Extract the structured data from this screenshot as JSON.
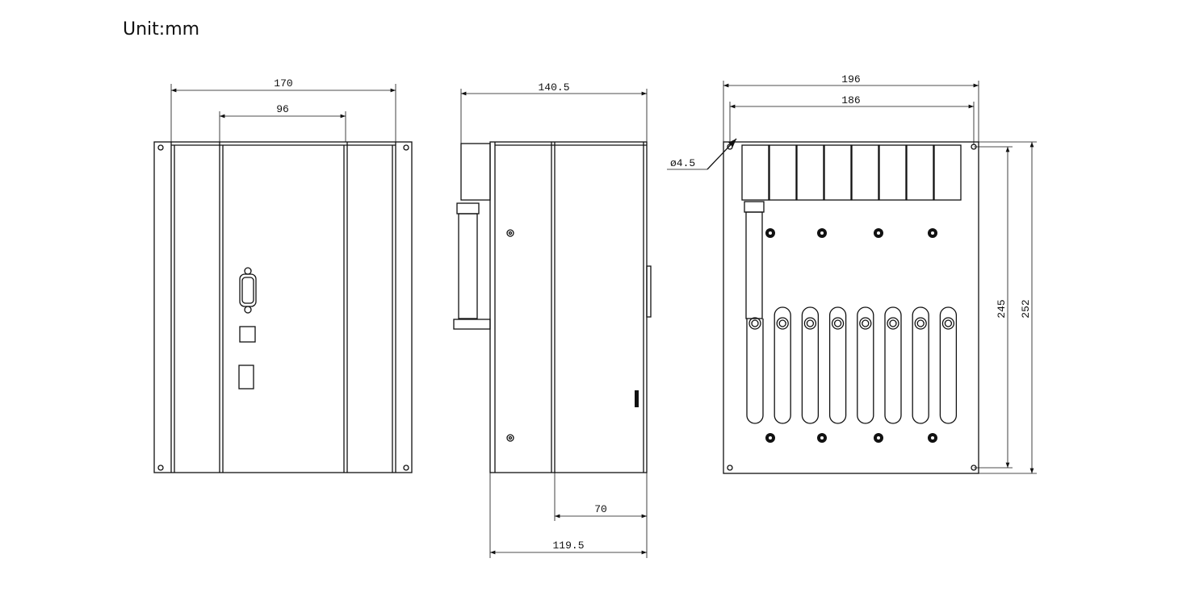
{
  "unit_label": "Unit:mm",
  "front_view": {
    "width_overall": "170",
    "width_inner": "96"
  },
  "side_view": {
    "depth_overall": "140.5",
    "depth_rear": "70",
    "depth_body": "119.5"
  },
  "rear_view": {
    "width_overall": "196",
    "hole_spacing_x": "186",
    "hole_spacing_y": "245",
    "height_overall": "252",
    "hole_diameter": "ø4.5",
    "module_count": 8
  }
}
